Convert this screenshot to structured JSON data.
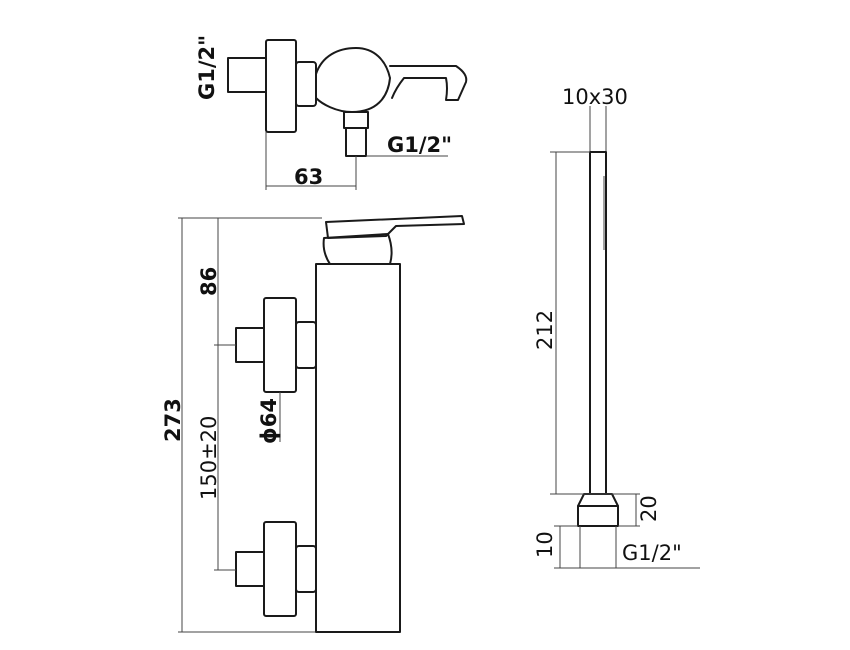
{
  "dimensions": {
    "top_view_inlet": "G1/2\"",
    "top_view_outlet": "G1/2\"",
    "top_view_depth": "63",
    "front_upper": "86",
    "front_total": "273",
    "front_centres": "150±20",
    "front_flange_diameter": "ϕ64",
    "side_handle_section": "10x30",
    "side_handle_length": "212",
    "side_nut_height": "20",
    "side_thread_length": "10",
    "side_thread": "G1/2\""
  }
}
